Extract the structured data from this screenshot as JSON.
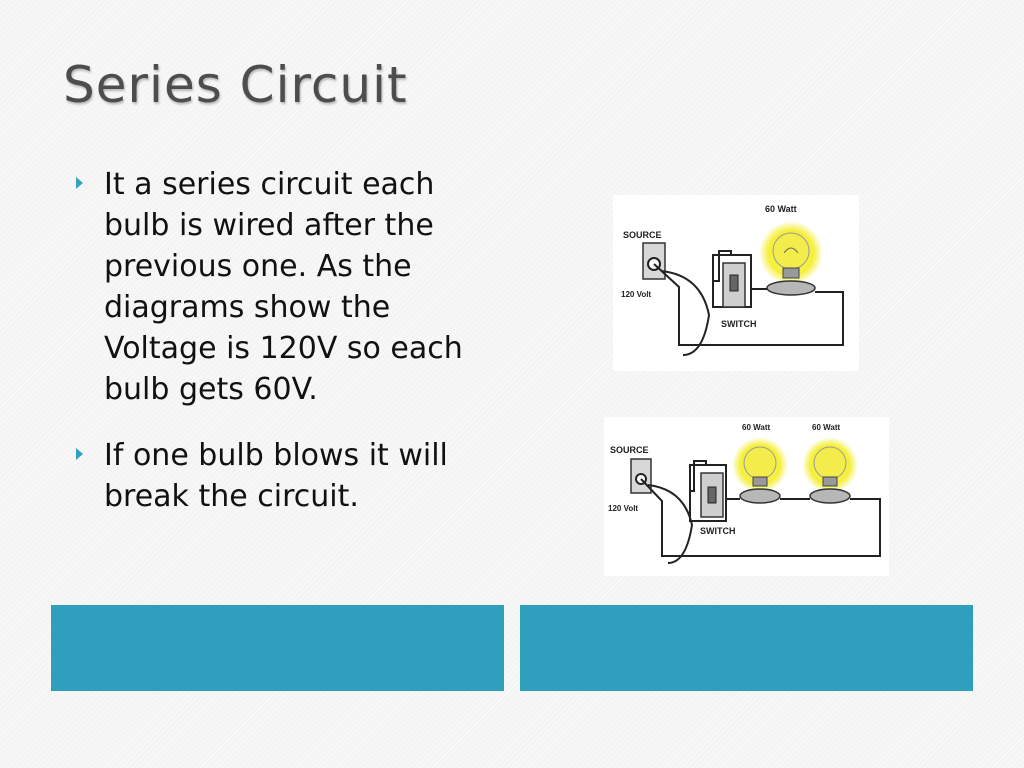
{
  "slide": {
    "title": "Series Circuit",
    "bullets": [
      "It a series circuit each bulb is wired after the previous one. As the diagrams show the Voltage is 120V so each bulb gets 60V.",
      "If one bulb blows it will break the circuit."
    ]
  },
  "diagram_one": {
    "source_label": "SOURCE",
    "volt_label": "120 Volt",
    "switch_label": "SWITCH",
    "bulb_label": "60 Watt"
  },
  "diagram_two": {
    "source_label": "SOURCE",
    "volt_label": "120 Volt",
    "switch_label": "SWITCH",
    "bulb1_label": "60 Watt",
    "bulb2_label": "60 Watt"
  },
  "colors": {
    "accent": "#2ea0bd",
    "title": "#4d4d4d",
    "bulb_glow": "#f5ef3a"
  }
}
